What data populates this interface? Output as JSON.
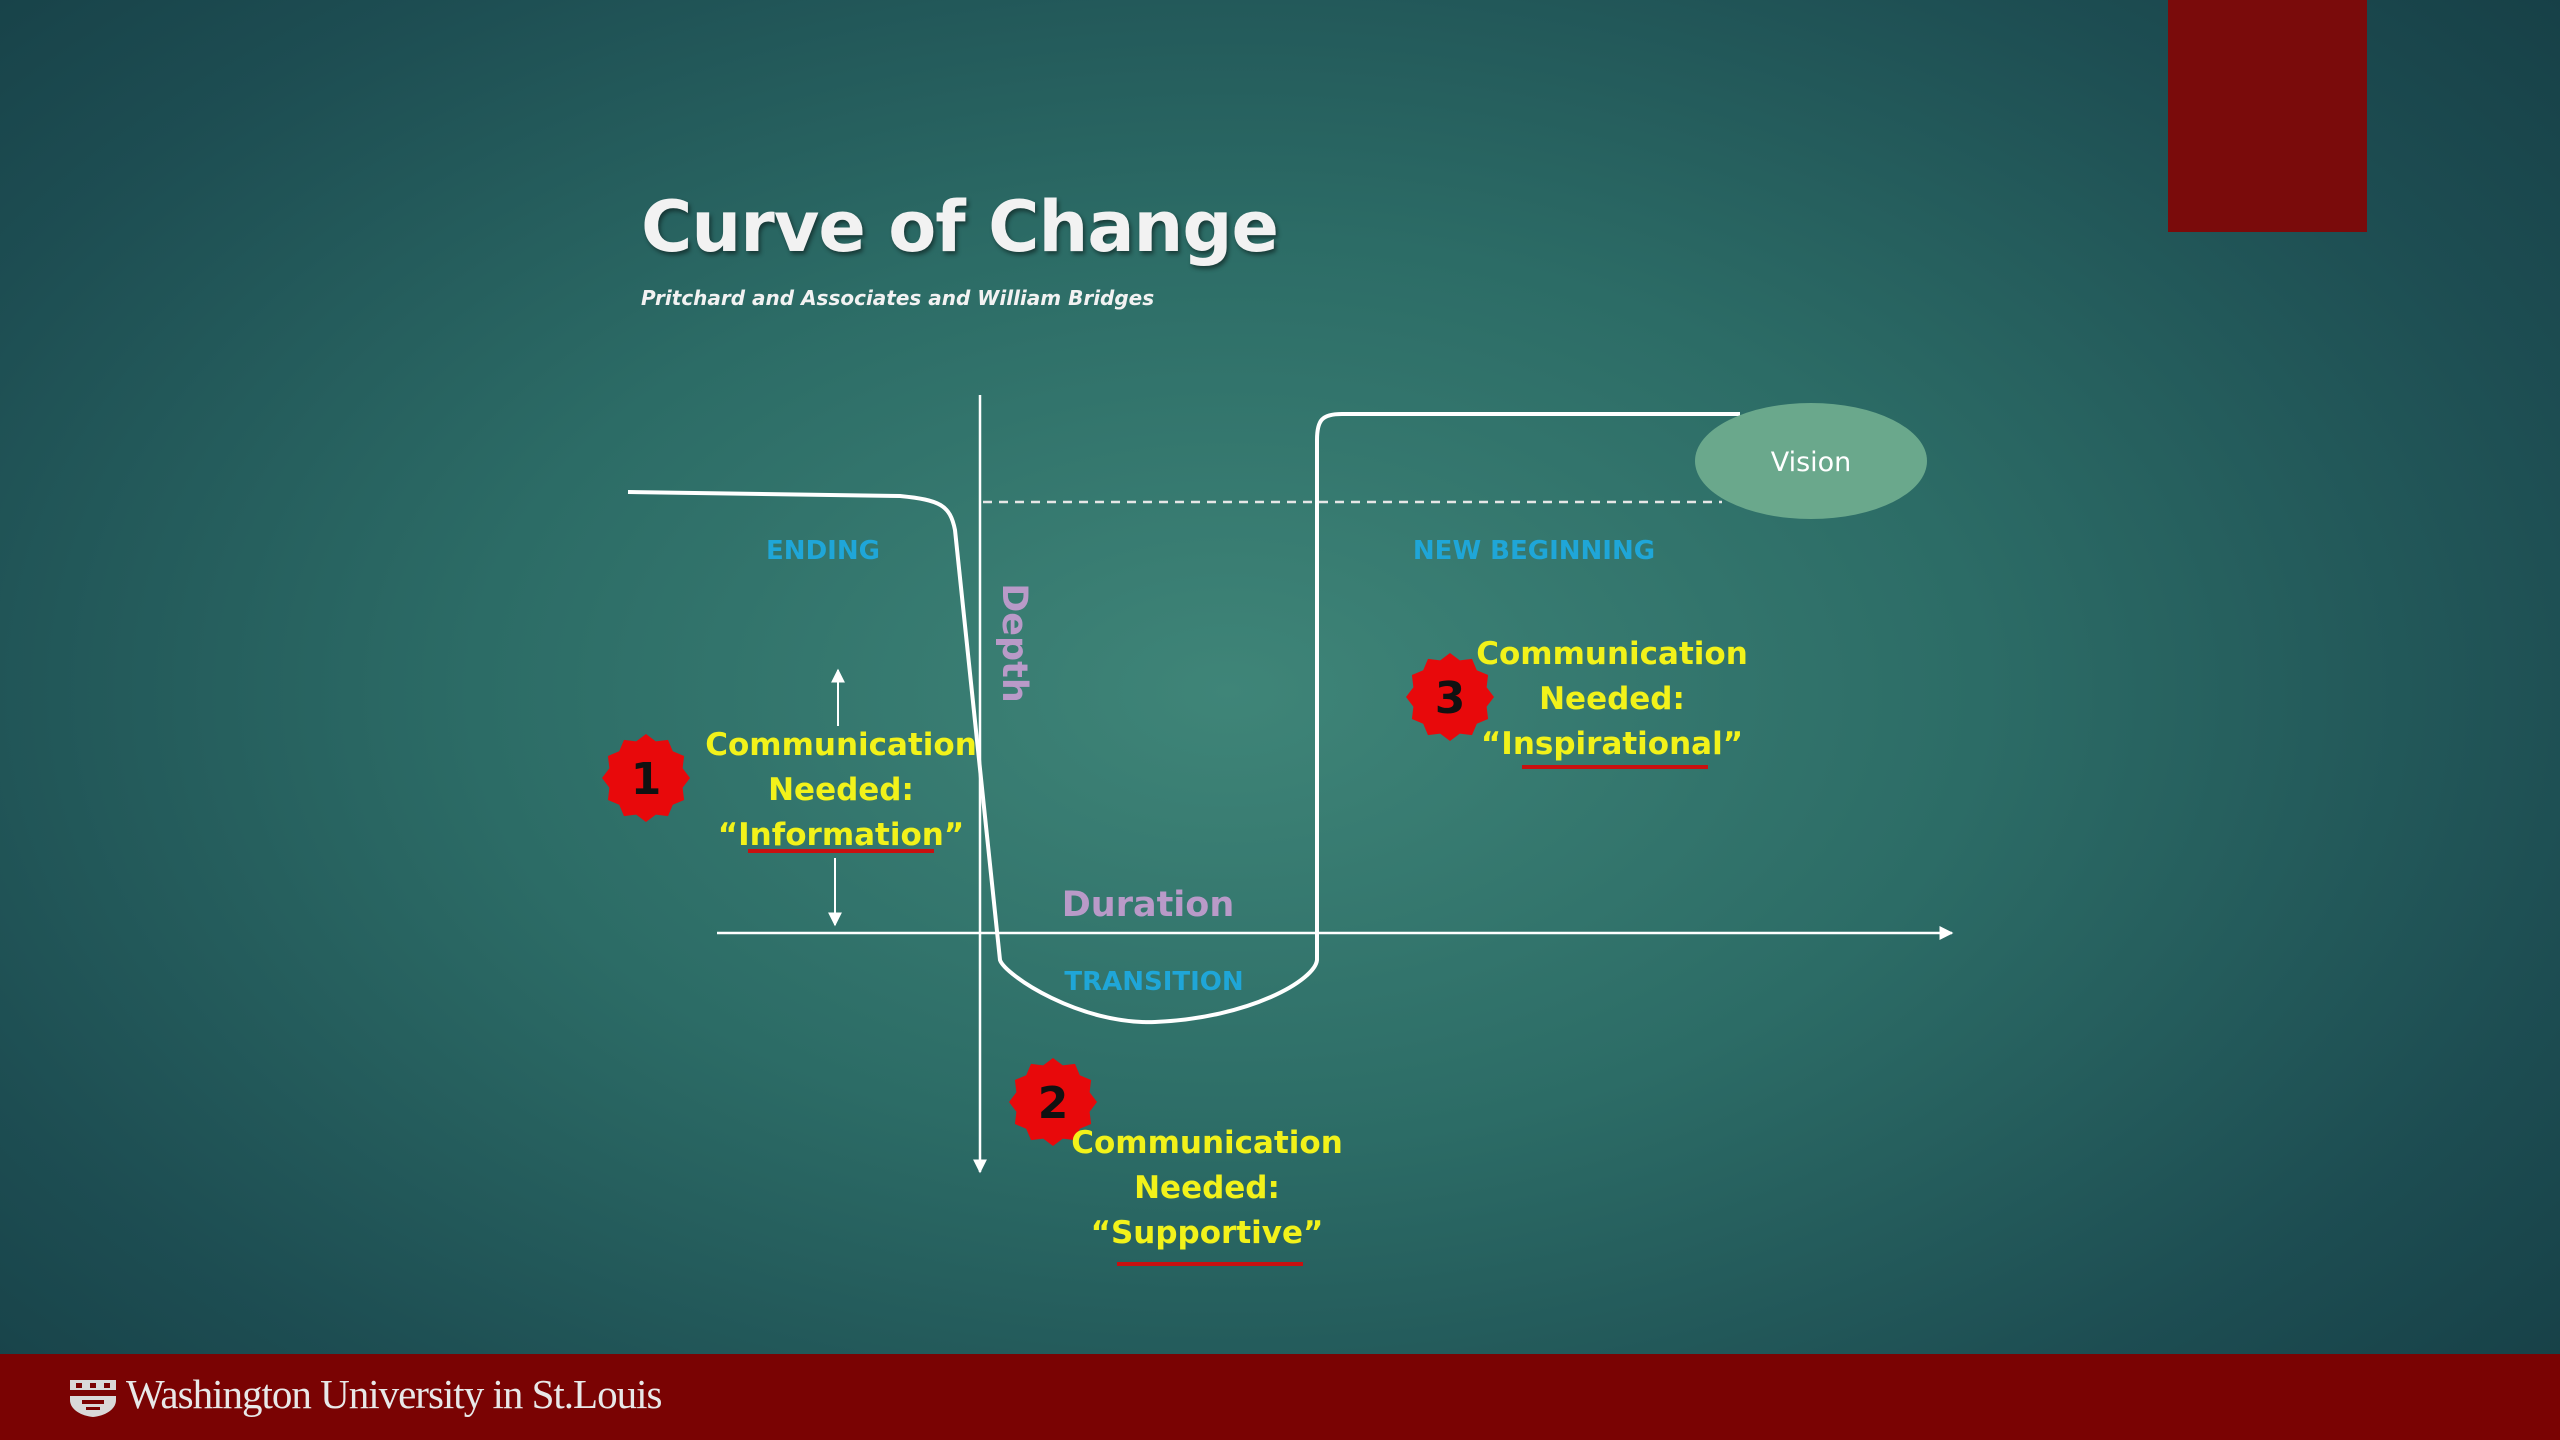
{
  "slide": {
    "title": "Curve of Change",
    "subtitle": "Pritchard and Associates and William Bridges"
  },
  "diagram": {
    "phases": {
      "ending": "ENDING",
      "transition": "TRANSITION",
      "new_beginning": "NEW BEGINNING"
    },
    "axes": {
      "depth": "Depth",
      "duration": "Duration"
    },
    "vision": "Vision",
    "callouts": [
      {
        "number": "1",
        "line1": "Communication",
        "line2": "Needed:",
        "line3": "“Information”"
      },
      {
        "number": "2",
        "line1": "Communication",
        "line2": "Needed:",
        "line3": "“Supportive”"
      },
      {
        "number": "3",
        "line1": "Communication",
        "line2": "Needed:",
        "line3": "“Inspirational”"
      }
    ]
  },
  "footer": {
    "institution": "Washington University in St.Louis"
  },
  "colors": {
    "footer_bar": "#7a0303",
    "corner_block": "#7a0b0b",
    "phase_label": "#1fa6d8",
    "callout_text": "#f2f21a",
    "badge": "#e8090b",
    "underline": "#c81010",
    "vision_ellipse": "#6aa88c",
    "axis_label": "#b99ac8"
  },
  "icons": {
    "footer_logo": "university-shield-icon",
    "callout_badge": "numbered-star-burst-icon"
  }
}
